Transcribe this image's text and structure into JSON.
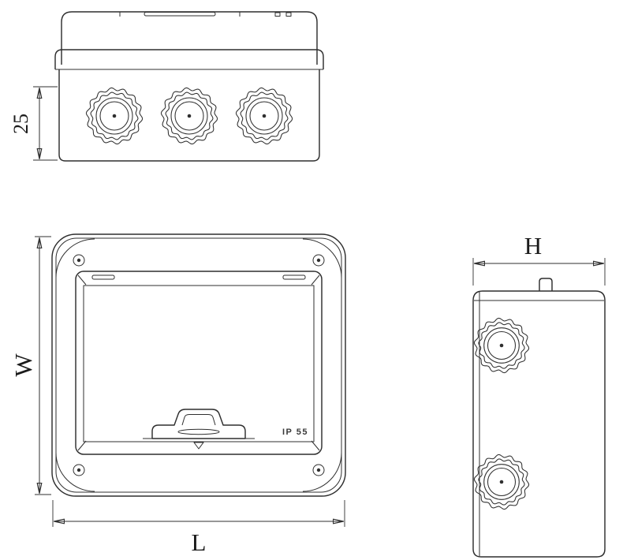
{
  "labels": {
    "dim_gland_offset": "25",
    "dim_width": "W",
    "dim_length": "L",
    "dim_height": "H",
    "ip_rating": "IP 55"
  },
  "colors": {
    "line": "#2f2f2f",
    "background": "#ffffff"
  }
}
